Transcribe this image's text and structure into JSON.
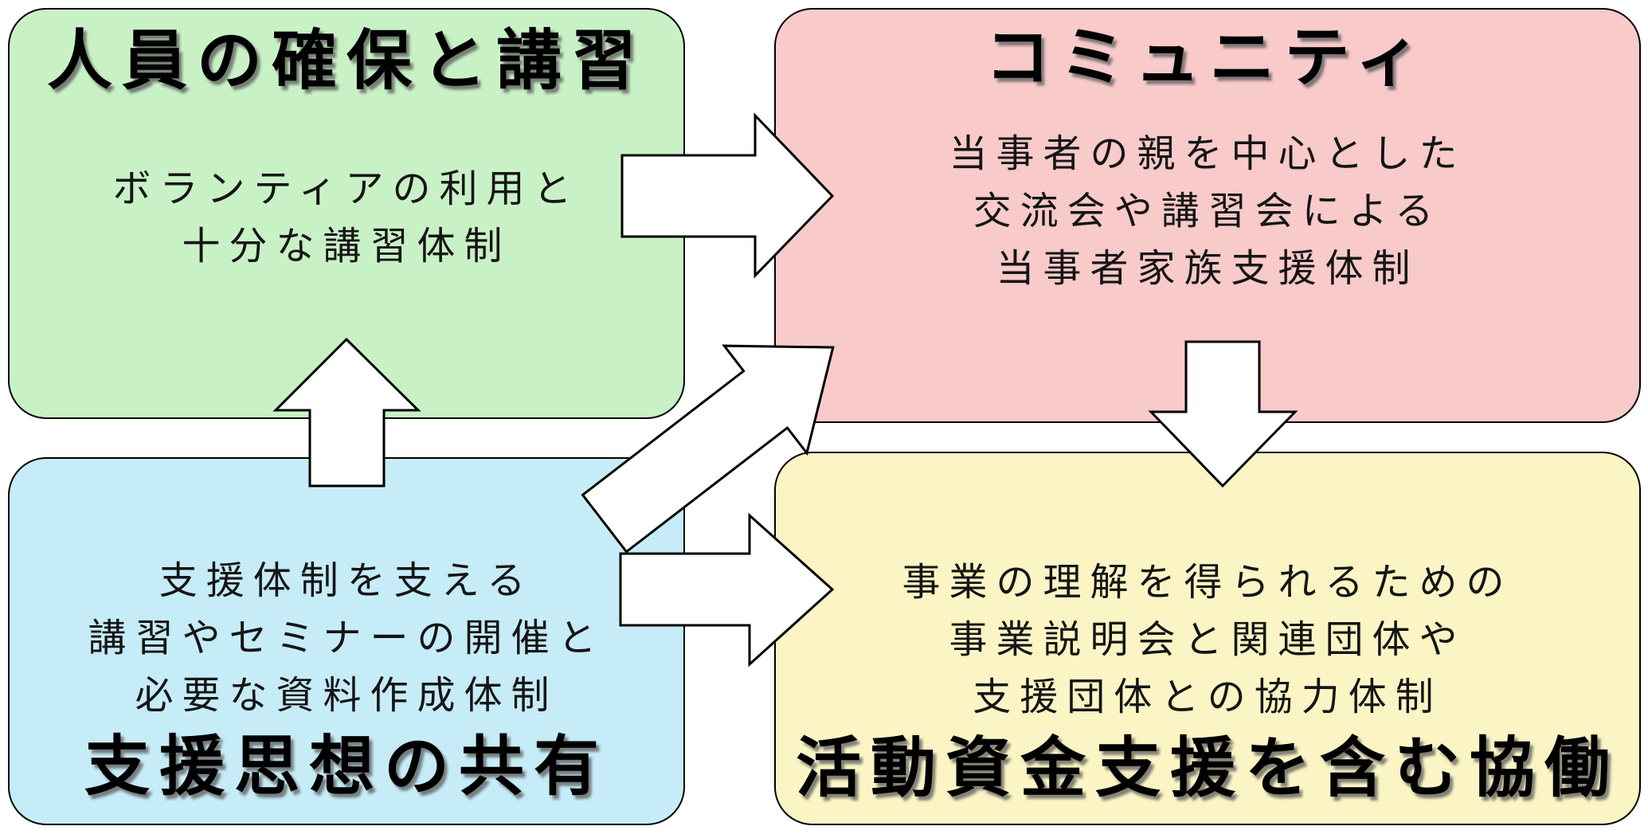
{
  "diagram": {
    "background": "#ffffff",
    "boxes": {
      "staffing": {
        "title": "人員の確保と講習",
        "body": "ボランティアの利用と\n十分な講習体制",
        "color": "#c9f1c6",
        "border": "#000000"
      },
      "community": {
        "title": "コミュニティ",
        "body": "当事者の親を中心とした\n交流会や講習会による\n当事者家族支援体制",
        "color": "#f8caca",
        "border": "#000000"
      },
      "philosophy": {
        "title": "支援思想の共有",
        "body": "支援体制を支える\n講習やセミナーの開催と\n必要な資料作成体制",
        "color": "#c6ecf7",
        "border": "#000000"
      },
      "collaboration": {
        "title": "活動資金支援を含む協働",
        "body": "事業の理解を得られるための\n事業説明会と関連団体や\n支援団体との協力体制",
        "color": "#fbf5c5",
        "border": "#000000"
      }
    },
    "arrows": [
      {
        "name": "arrow-staffing-to-community",
        "direction": "right"
      },
      {
        "name": "arrow-philosophy-to-staffing",
        "direction": "up"
      },
      {
        "name": "arrow-philosophy-to-community",
        "direction": "up-right"
      },
      {
        "name": "arrow-philosophy-to-collaboration",
        "direction": "right"
      },
      {
        "name": "arrow-community-to-collaboration",
        "direction": "down"
      }
    ],
    "arrow_style": {
      "fill": "#ffffff",
      "stroke": "#000000"
    }
  }
}
